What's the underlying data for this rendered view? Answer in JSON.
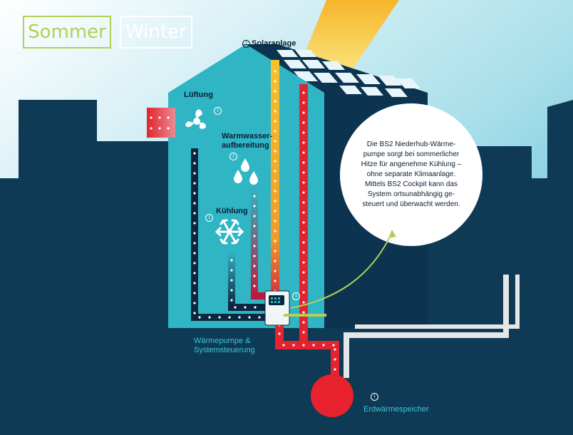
{
  "toggles": {
    "summer_label": "Sommer",
    "winter_label": "Winter"
  },
  "labels": {
    "solar": "Solaranlage",
    "ventilation": "Lüftung",
    "hot_water": "Warmwasser-\naufbereitung",
    "cooling": "Kühlung",
    "heat_pump": "Wärmepumpe &\nSystemsteuerung",
    "geothermal": "Erdwärmespeicher"
  },
  "info_glyph": "i",
  "bubble": {
    "text": "Die BS2 Niederhub-Wärme-\npumpe sorgt bei sommerlicher\nHitze für angenehme Kühlung –\nohne separate Klimaanlage.\nMittels BS2 Cockpit kann das\nSystem ortsunabhängig ge-\nsteuert und überwacht werden."
  },
  "colors": {
    "sky_top": "#ffffff",
    "sky_bottom": "#5dbfd6",
    "city": "#0e3a55",
    "house_front": "#2fb5c4",
    "house_side": "#0c3350",
    "pipe_red": "#e3232e",
    "pipe_yellow": "#f6c22b",
    "pipe_blue": "#0b2740",
    "pipe_white": "#e8e8e8",
    "storage": "#e8222c",
    "accent_green": "#b3cf57"
  }
}
